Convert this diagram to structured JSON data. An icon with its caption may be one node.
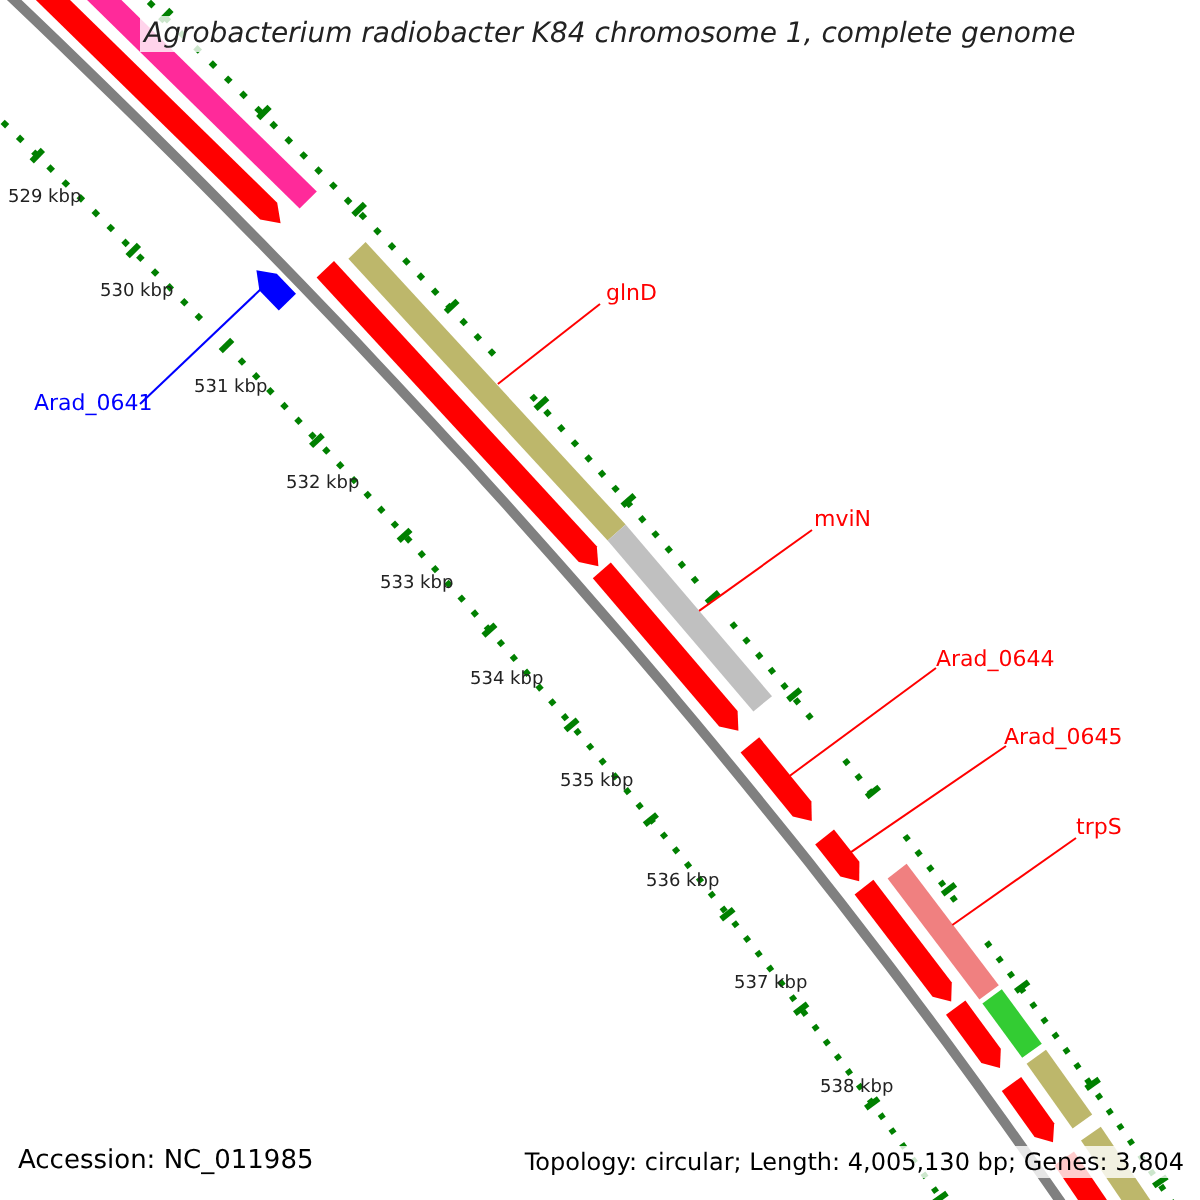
{
  "diagram": {
    "title": "Agrobacterium radiobacter K84 chromosome 1, complete genome",
    "nodes": [
      {
        "text": [
          "glnD"
        ]
      },
      {
        "text": [],
        "shape": "bar"
      },
      {
        "text": [
          "Arad_0641"
        ]
      },
      {
        "text": [],
        "shape": "arrow"
      },
      {
        "text": [
          "mviN"
        ]
      },
      {
        "text": [],
        "shape": "bar"
      },
      {
        "text": [
          "Arad_0644"
        ]
      },
      {
        "text": [],
        "shape": "arrow"
      },
      {
        "text": [
          "Arad_0645"
        ]
      },
      {
        "text": [],
        "shape": "arrow"
      },
      {
        "text": [
          "trpS"
        ]
      },
      {
        "text": [],
        "shape": "bar"
      }
    ],
    "edges": [
      {
        "from": 0,
        "to": 1,
        "arrow": "none"
      },
      {
        "from": 2,
        "to": 3,
        "arrow": "none",
        "color": "#0000ff"
      },
      {
        "from": 4,
        "to": 5,
        "arrow": "none"
      },
      {
        "from": 6,
        "to": 7,
        "arrow": "none"
      },
      {
        "from": 8,
        "to": 9,
        "arrow": "none"
      },
      {
        "from": 10,
        "to": 11,
        "arrow": "none"
      }
    ],
    "labels": [
      "529 kbp",
      "530 kbp",
      "531 kbp",
      "532 kbp",
      "533 kbp",
      "534 kbp",
      "535 kbp",
      "536 kbp",
      "537 kbp",
      "538 kbp",
      "Accession: NC_011985",
      "Topology: circular; Length: 4,005,130 bp; Genes: 3,804"
    ]
  }
}
